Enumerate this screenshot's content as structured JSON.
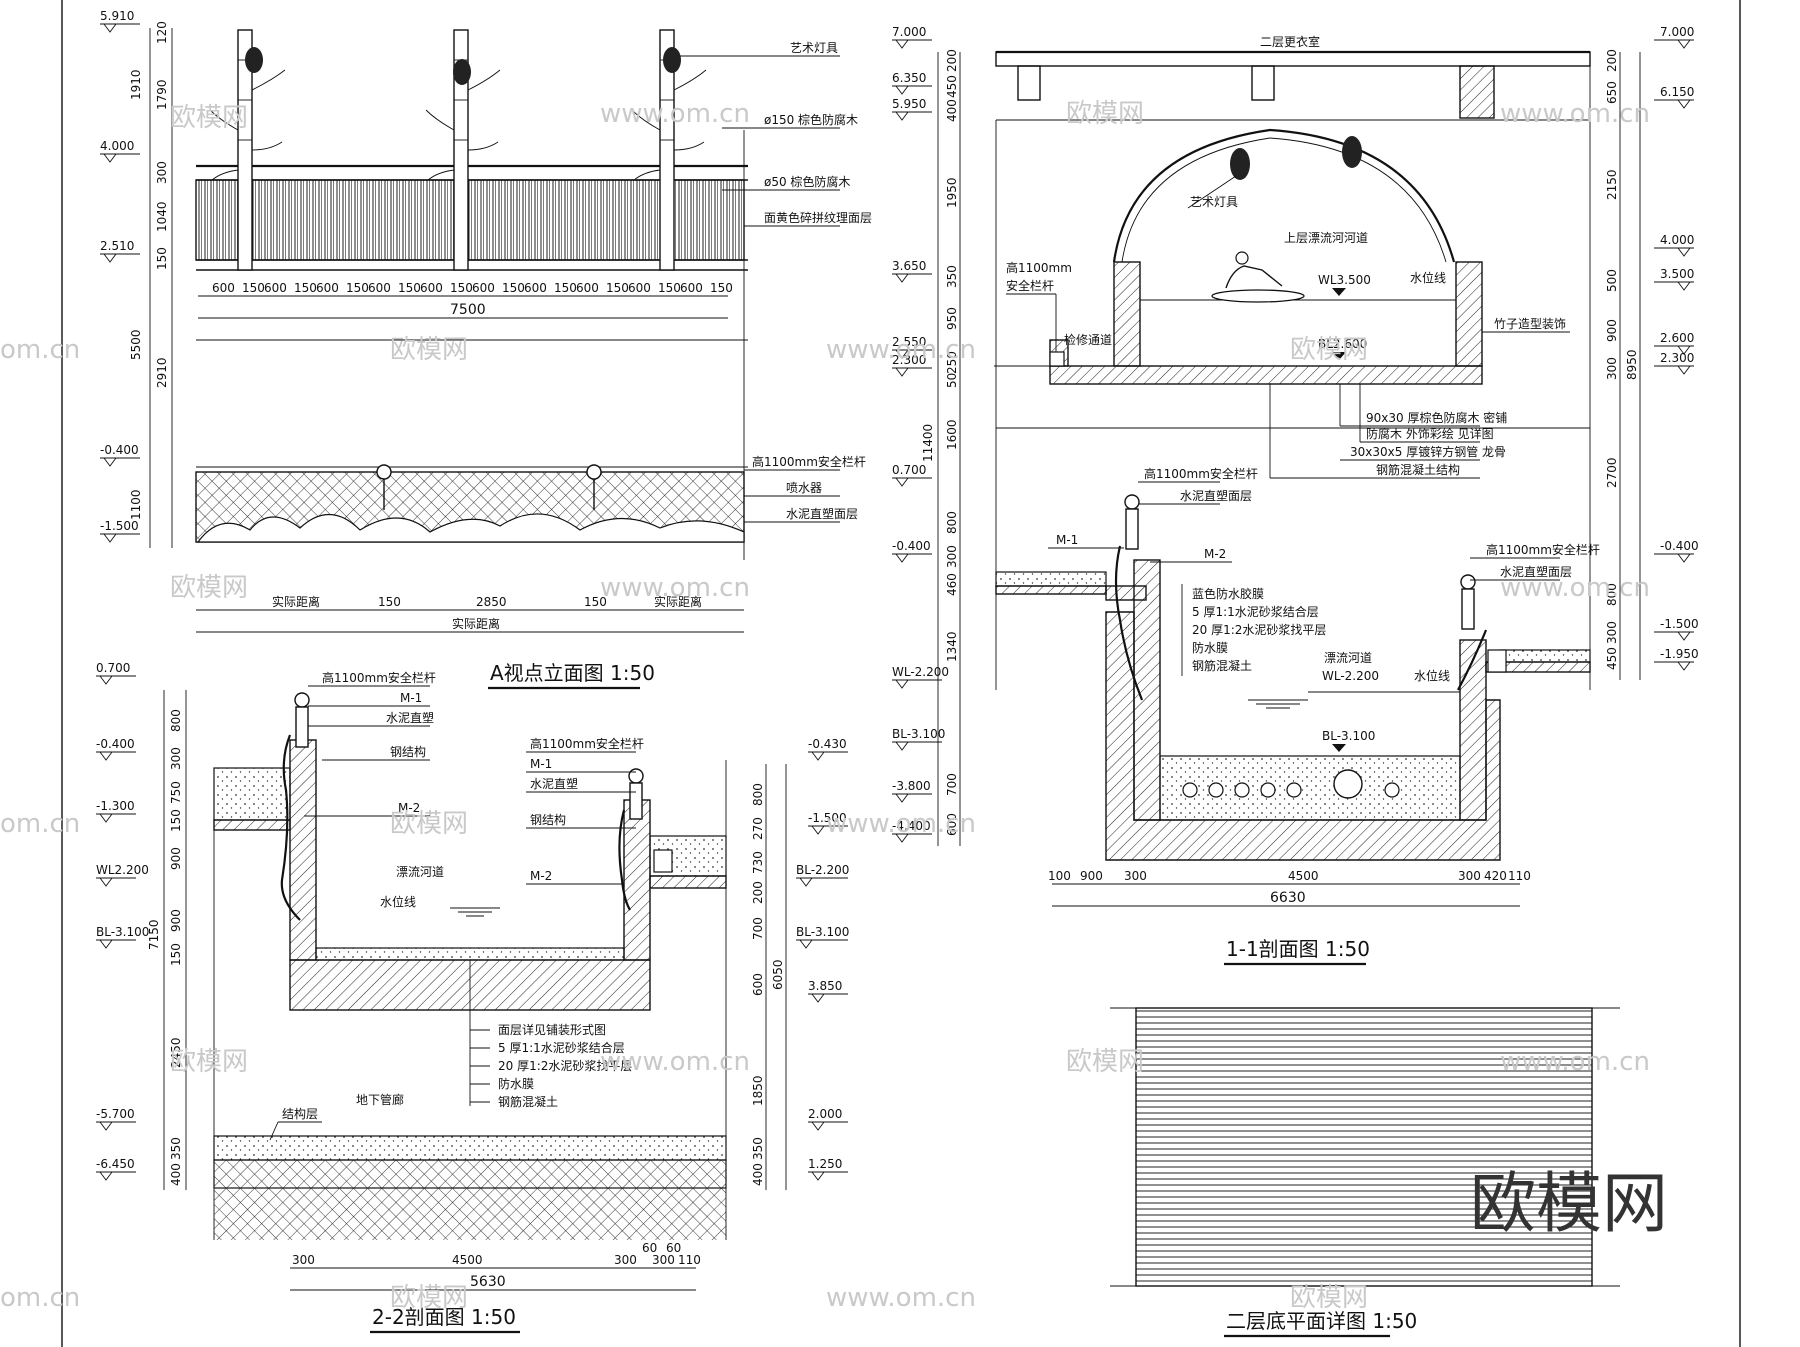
{
  "elevation_A": {
    "title": "A视点立面图 1:50",
    "levels": [
      "5.910",
      "4.000",
      "2.510",
      "-0.400",
      "-1.500"
    ],
    "left_dims_outer": [
      "1910",
      "5500",
      "1100"
    ],
    "left_dims_inner": [
      "120",
      "1790",
      "300",
      "1040",
      "150",
      "2910"
    ],
    "spacing_row": [
      "600",
      "150",
      "600",
      "150",
      "600",
      "150",
      "600",
      "150",
      "600",
      "150",
      "600",
      "150",
      "600",
      "150",
      "600",
      "150",
      "600",
      "150",
      "600",
      "150"
    ],
    "overall": "7500",
    "bottom_dims": [
      "实际距离",
      "150",
      "2850",
      "150",
      "实际距离"
    ],
    "bottom_total": "实际距离",
    "notes": [
      "艺术灯具",
      "ø150 棕色防腐木",
      "ø50 棕色防腐木",
      "面黄色碎拼纹理面层",
      "高1100mm安全栏杆",
      "喷水器",
      "水泥直塑面层"
    ]
  },
  "section_11": {
    "title": "1-1剖面图 1:50",
    "top_label": "二层更衣室",
    "left_levels": [
      "7.000",
      "6.350",
      "5.950",
      "3.650",
      "2.550",
      "2.300",
      "0.700",
      "-0.400",
      "WL-2.200",
      "BL-3.100",
      "-3.800",
      "-4.400"
    ],
    "left_dims_inner": [
      "200",
      "450",
      "400",
      "1950",
      "350",
      "950",
      "250",
      "50",
      "1600",
      "800",
      "300",
      "460",
      "1340",
      "700",
      "600"
    ],
    "left_dim_total": "11400",
    "right_levels": [
      "7.000",
      "6.150",
      "4.000",
      "3.500",
      "2.600",
      "2.300",
      "-0.400",
      "-1.500",
      "-1.950"
    ],
    "right_dims": [
      "200",
      "650",
      "2150",
      "500",
      "900",
      "300",
      "2700",
      "800",
      "300",
      "450"
    ],
    "right_dim_total": "8950",
    "upper_notes": [
      "艺术灯具",
      "上层漂流河河道",
      "高1100mm",
      "安全栏杆",
      "检修通道",
      "WL3.500",
      "水位线",
      "BL2.600",
      "竹子造型装饰"
    ],
    "mid_notes": [
      "90x30 厚棕色防腐木 密铺",
      "防腐木 外饰彩绘 见详图",
      "30x30x5 厚镀锌方钢管 龙骨",
      "钢筋混凝土结构"
    ],
    "lower_notes": [
      "高1100mm安全栏杆",
      "水泥直塑面层",
      "M-1",
      "M-2",
      "蓝色防水胶膜",
      "5 厚1:1水泥砂浆结合层",
      "20 厚1:2水泥砂浆找平层",
      "防水膜",
      "钢筋混凝土",
      "高1100mm安全栏杆",
      "水泥直塑面层",
      "漂流河道",
      "WL-2.200",
      "水位线",
      "BL-3.100"
    ],
    "bottom_dims": [
      "100",
      "900",
      "300",
      "4500",
      "300",
      "420",
      "110"
    ],
    "bottom_total": "6630"
  },
  "section_22": {
    "title": "2-2剖面图 1:50",
    "left_levels": [
      "0.700",
      "-0.400",
      "-1.300",
      "WL2.200",
      "BL-3.100",
      "-5.700",
      "-6.450"
    ],
    "left_dims": [
      "800",
      "300",
      "750",
      "150",
      "900",
      "900",
      "150",
      "2450",
      "350",
      "400"
    ],
    "left_total": "7150",
    "right_levels": [
      "-0.430",
      "-1.500",
      "BL-2.200",
      "BL-3.100",
      "3.850",
      "2.000",
      "1.250"
    ],
    "right_dims": [
      "800",
      "270",
      "730",
      "200",
      "700",
      "600",
      "1850",
      "350",
      "400"
    ],
    "right_total": "6050",
    "notes": [
      "高1100mm安全栏杆",
      "M-1",
      "水泥直塑",
      "钢结构",
      "M-2",
      "高1100mm安全栏杆",
      "M-1",
      "水泥直塑",
      "钢结构",
      "漂流河道",
      "M-2",
      "水位线",
      "面层详见铺装形式图",
      "5 厚1:1水泥砂浆结合层",
      "20 厚1:2水泥砂浆找平层",
      "防水膜",
      "钢筋混凝土",
      "地下管廊",
      "结构层"
    ],
    "bottom_dims": [
      "300",
      "4500",
      "300",
      "60",
      "60",
      "300",
      "110"
    ],
    "bottom_total": "5630"
  },
  "plan_2f": {
    "title": "二层底平面详图 1:50"
  },
  "watermark": {
    "brand": "欧模网",
    "site": "www.om.cn",
    "corner": "om.cn"
  }
}
